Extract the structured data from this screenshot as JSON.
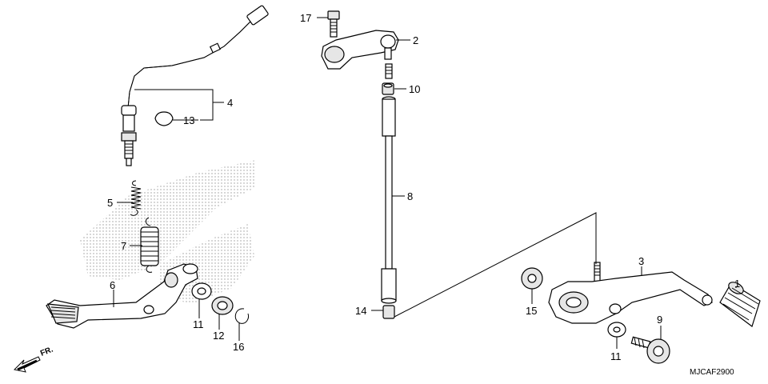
{
  "diagram_code": "MJCAF2900",
  "direction_label": "FR.",
  "callouts": {
    "p1": "1",
    "p2": "2",
    "p3": "3",
    "p4": "4",
    "p5": "5",
    "p6": "6",
    "p7": "7",
    "p8": "8",
    "p9": "9",
    "p10": "10",
    "p11a": "11",
    "p11b": "11",
    "p12": "12",
    "p13": "13",
    "p14": "14",
    "p15": "15",
    "p16": "16",
    "p17": "17"
  }
}
